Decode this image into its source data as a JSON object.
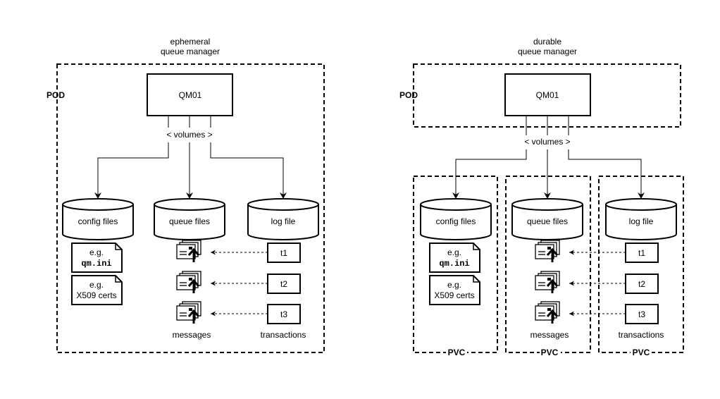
{
  "left": {
    "title_line1": "ephemeral",
    "title_line2": "queue manager",
    "pod_label": "POD",
    "qm_label": "QM01",
    "volumes_label": "< volumes >",
    "db_config": "config files",
    "db_queue": "queue files",
    "db_log": "log file",
    "doc1_line1": "e.g.",
    "doc1_line2": "qm.ini",
    "doc2_line1": "e.g.",
    "doc2_line2": "X509 certs",
    "t1": "t1",
    "t2": "t2",
    "t3": "t3",
    "messages_label": "messages",
    "transactions_label": "transactions"
  },
  "right": {
    "title_line1": "durable",
    "title_line2": "queue manager",
    "pod_label": "POD",
    "qm_label": "QM01",
    "volumes_label": "< volumes >",
    "db_config": "config files",
    "db_queue": "queue files",
    "db_log": "log file",
    "doc1_line1": "e.g.",
    "doc1_line2": "qm.ini",
    "doc2_line1": "e.g.",
    "doc2_line2": "X509 certs",
    "t1": "t1",
    "t2": "t2",
    "t3": "t3",
    "messages_label": "messages",
    "transactions_label": "transactions",
    "pvc1": "PVC",
    "pvc2": "PVC",
    "pvc3": "PVC"
  }
}
